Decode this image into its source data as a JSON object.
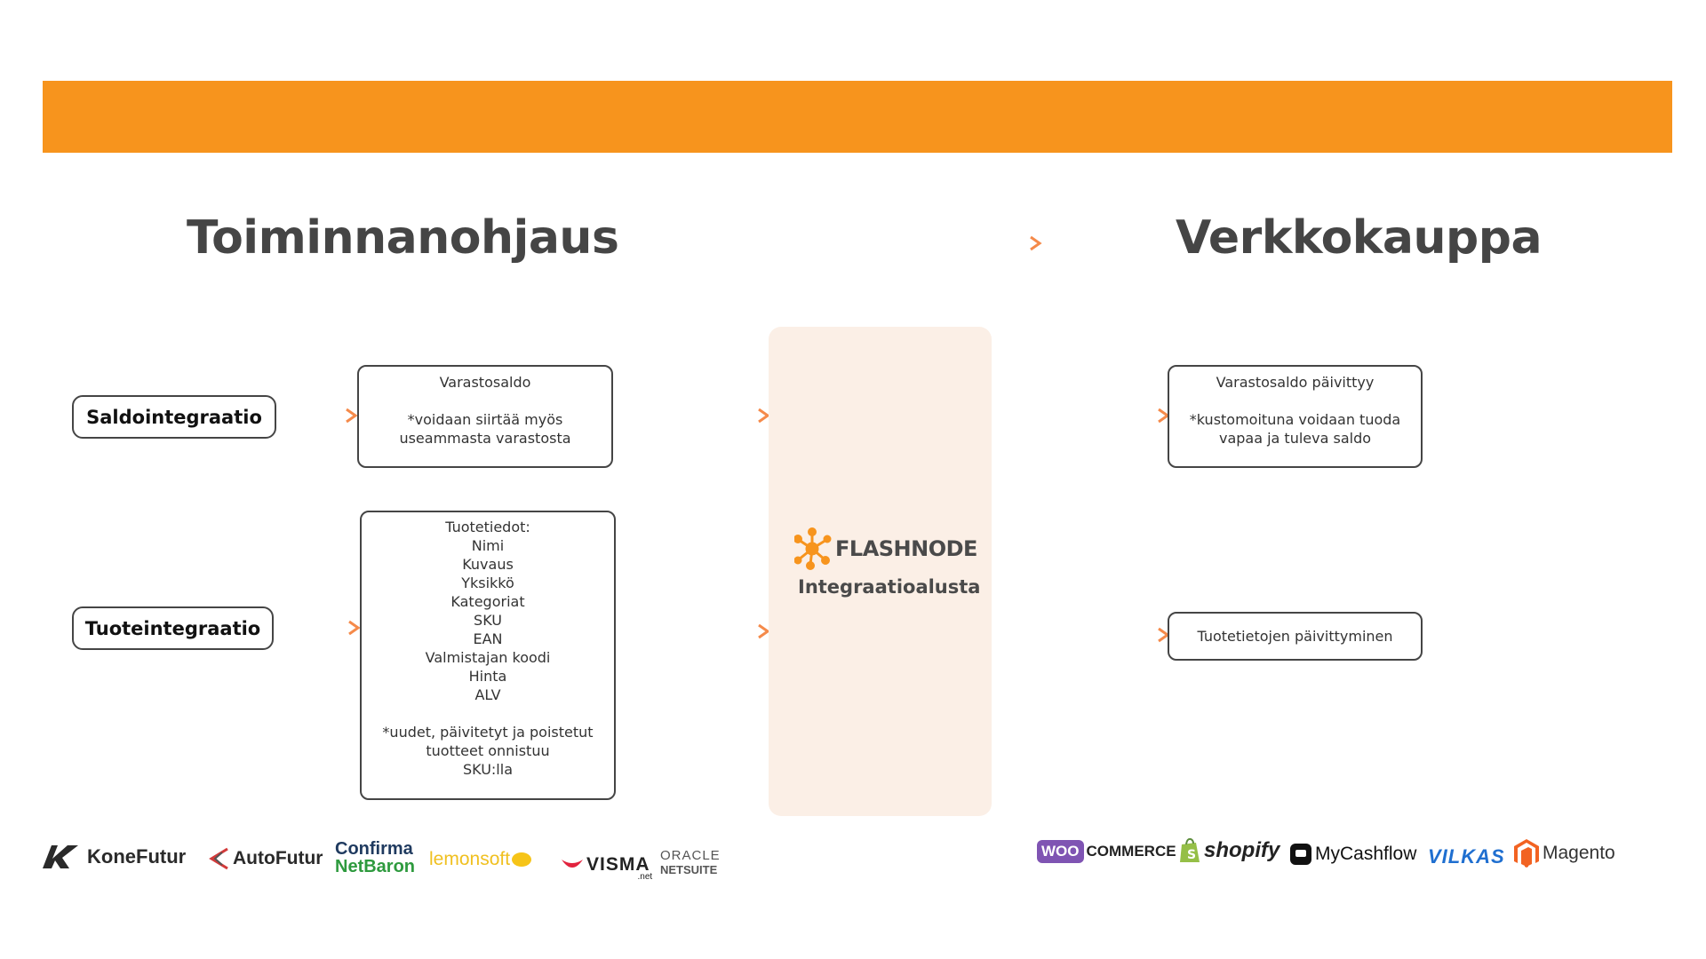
{
  "colors": {
    "band": "#f7941d",
    "arrow_start": "#ffd95a",
    "arrow_end": "#f58a4a",
    "platform_bg": "#fbefe6",
    "text_dark": "#454545"
  },
  "headings": {
    "left": "Toiminnanohjaus",
    "right": "Verkkokauppa"
  },
  "pills": {
    "saldo": "Saldointegraatio",
    "tuote": "Tuoteintegraatio"
  },
  "saldo_box": {
    "title": "Varastosaldo",
    "note_1": "*voidaan siirtää myös",
    "note_2": "useammasta varastosta"
  },
  "tuote_box": {
    "lines": [
      "Tuotetiedot:",
      "Nimi",
      "Kuvaus",
      "Yksikkö",
      "Kategoriat",
      "SKU",
      "EAN",
      "Valmistajan koodi",
      "Hinta",
      "ALV"
    ],
    "note_lines": [
      "*uudet, päivitetyt ja poistetut",
      "tuotteet onnistuu",
      "SKU:lla"
    ]
  },
  "platform": {
    "brand": "FLASHNODE",
    "subtitle": "Integraatioalusta",
    "icon": "flashnode-logo-icon"
  },
  "right_saldo_box": {
    "title": "Varastosaldo päivittyy",
    "note_1": "*kustomoituna voidaan tuoda",
    "note_2": "vapaa ja tuleva saldo"
  },
  "right_tuote_box": {
    "title": "Tuotetietojen päivittyminen"
  },
  "erp_logos": {
    "konefutur": "KoneFutur",
    "autofutur": "AutoFutur",
    "confirma_1": "Confirma",
    "confirma_2": "NetBaron",
    "lemonsoft": "lemonsoft",
    "visma": "VISMA",
    "visma_sub": ".net",
    "oracle_1": "ORACLE",
    "oracle_2": "NETSUITE"
  },
  "shop_logos": {
    "woo_1": "WOO",
    "woo_2": "COMMERCE",
    "shopify": "shopify",
    "mycashflow": "MyCashflow",
    "vilkas": "VILKAS",
    "magento": "Magento"
  }
}
